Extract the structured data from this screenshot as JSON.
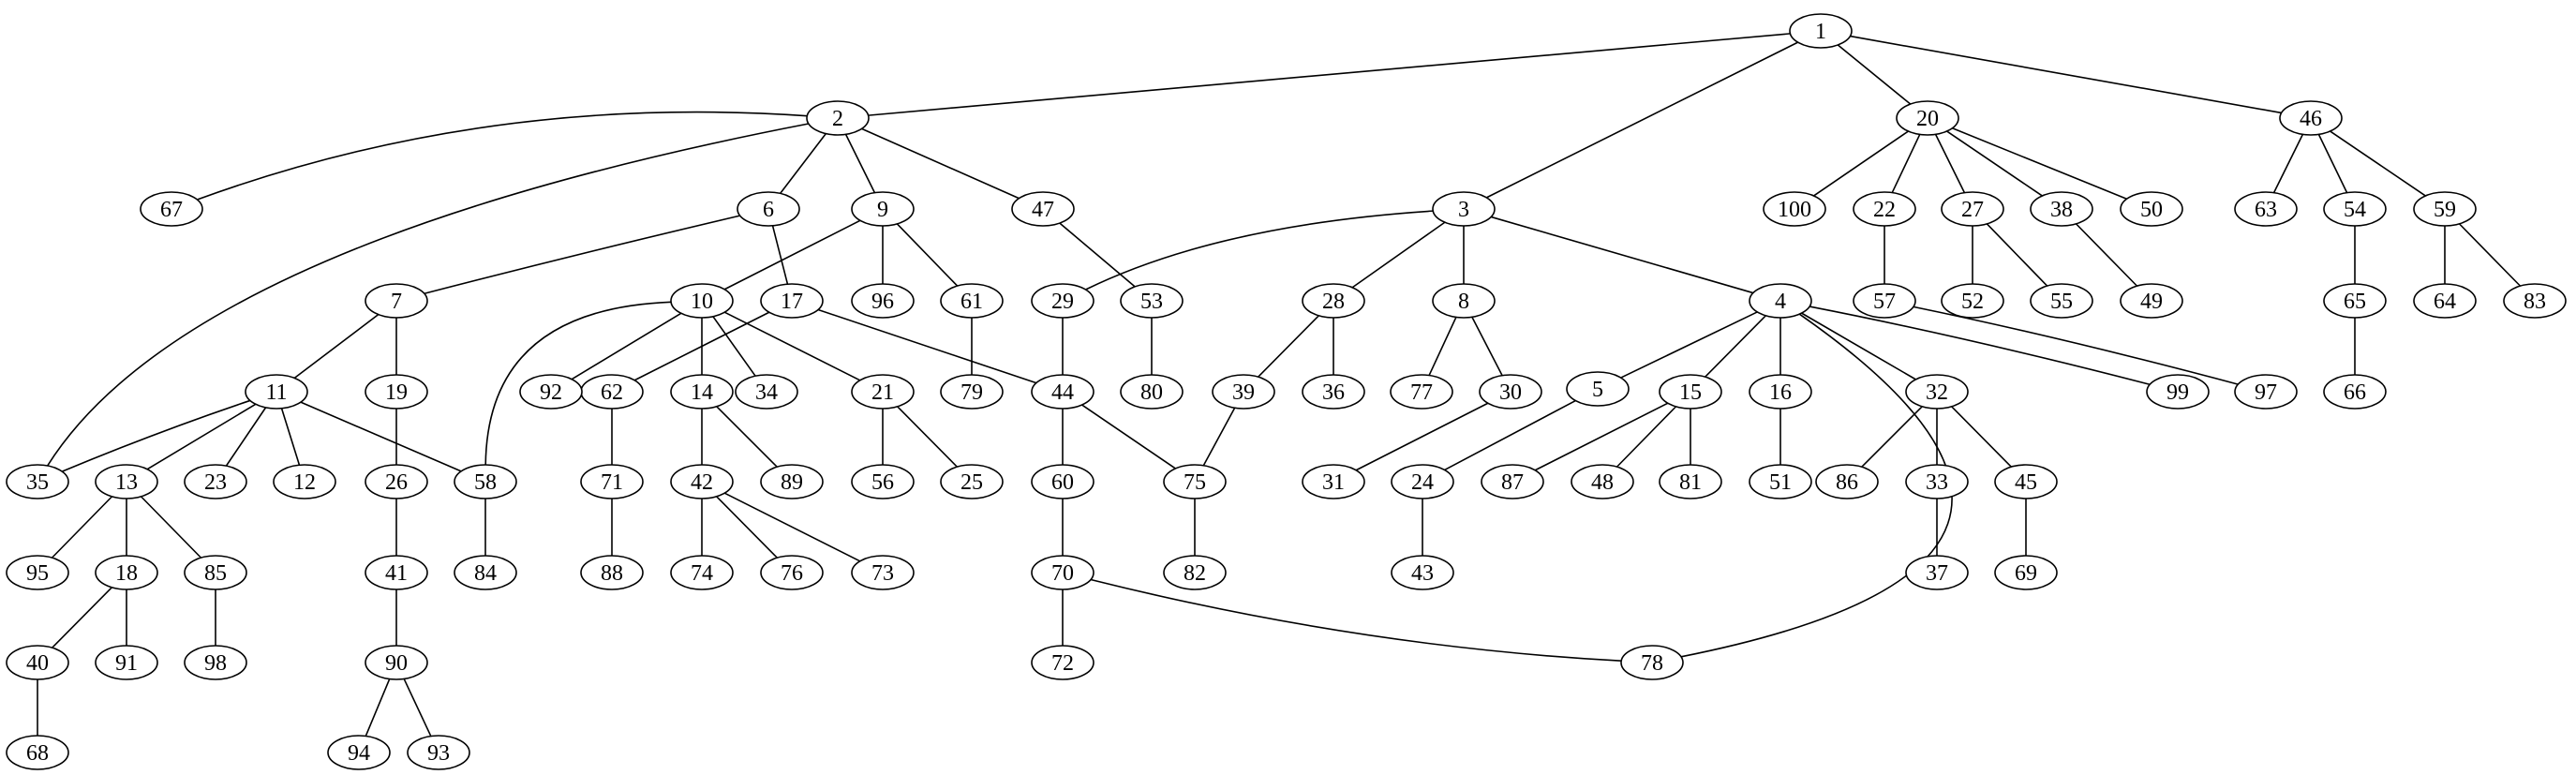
{
  "graph": {
    "nodes": [
      "1",
      "2",
      "3",
      "4",
      "5",
      "6",
      "7",
      "8",
      "9",
      "10",
      "11",
      "12",
      "13",
      "14",
      "15",
      "16",
      "17",
      "18",
      "19",
      "20",
      "21",
      "22",
      "23",
      "24",
      "25",
      "26",
      "27",
      "28",
      "29",
      "30",
      "31",
      "32",
      "33",
      "34",
      "35",
      "36",
      "37",
      "38",
      "39",
      "40",
      "41",
      "42",
      "43",
      "44",
      "45",
      "46",
      "47",
      "48",
      "49",
      "50",
      "51",
      "52",
      "53",
      "54",
      "55",
      "56",
      "57",
      "58",
      "59",
      "60",
      "61",
      "62",
      "63",
      "64",
      "65",
      "66",
      "67",
      "68",
      "69",
      "70",
      "71",
      "72",
      "73",
      "74",
      "75",
      "76",
      "77",
      "78",
      "79",
      "80",
      "81",
      "82",
      "83",
      "84",
      "85",
      "86",
      "87",
      "88",
      "89",
      "90",
      "91",
      "92",
      "93",
      "94",
      "95",
      "96",
      "97",
      "98",
      "99",
      "100"
    ],
    "edges": [
      [
        "1",
        "2"
      ],
      [
        "1",
        "3"
      ],
      [
        "1",
        "20"
      ],
      [
        "1",
        "46"
      ],
      [
        "2",
        "67"
      ],
      [
        "2",
        "35"
      ],
      [
        "2",
        "6"
      ],
      [
        "2",
        "9"
      ],
      [
        "2",
        "47"
      ],
      [
        "6",
        "7"
      ],
      [
        "6",
        "17"
      ],
      [
        "9",
        "10"
      ],
      [
        "9",
        "96"
      ],
      [
        "9",
        "61"
      ],
      [
        "47",
        "53"
      ],
      [
        "3",
        "29"
      ],
      [
        "3",
        "28"
      ],
      [
        "3",
        "8"
      ],
      [
        "3",
        "4"
      ],
      [
        "20",
        "100"
      ],
      [
        "20",
        "22"
      ],
      [
        "20",
        "27"
      ],
      [
        "20",
        "38"
      ],
      [
        "20",
        "50"
      ],
      [
        "46",
        "63"
      ],
      [
        "46",
        "54"
      ],
      [
        "46",
        "59"
      ],
      [
        "22",
        "57"
      ],
      [
        "27",
        "52"
      ],
      [
        "27",
        "55"
      ],
      [
        "38",
        "49"
      ],
      [
        "54",
        "65"
      ],
      [
        "59",
        "64"
      ],
      [
        "59",
        "83"
      ],
      [
        "7",
        "11"
      ],
      [
        "7",
        "19"
      ],
      [
        "10",
        "58"
      ],
      [
        "10",
        "92"
      ],
      [
        "10",
        "14"
      ],
      [
        "10",
        "34"
      ],
      [
        "10",
        "21"
      ],
      [
        "17",
        "62"
      ],
      [
        "17",
        "44"
      ],
      [
        "61",
        "79"
      ],
      [
        "29",
        "44"
      ],
      [
        "53",
        "80"
      ],
      [
        "28",
        "39"
      ],
      [
        "28",
        "36"
      ],
      [
        "8",
        "77"
      ],
      [
        "8",
        "30"
      ],
      [
        "4",
        "5"
      ],
      [
        "4",
        "15"
      ],
      [
        "4",
        "16"
      ],
      [
        "4",
        "32"
      ],
      [
        "4",
        "99"
      ],
      [
        "4",
        "78"
      ],
      [
        "57",
        "97"
      ],
      [
        "65",
        "66"
      ],
      [
        "11",
        "35"
      ],
      [
        "11",
        "13"
      ],
      [
        "11",
        "23"
      ],
      [
        "11",
        "12"
      ],
      [
        "11",
        "58"
      ],
      [
        "19",
        "26"
      ],
      [
        "62",
        "71"
      ],
      [
        "14",
        "42"
      ],
      [
        "14",
        "89"
      ],
      [
        "21",
        "56"
      ],
      [
        "21",
        "25"
      ],
      [
        "44",
        "60"
      ],
      [
        "44",
        "75"
      ],
      [
        "39",
        "75"
      ],
      [
        "30",
        "31"
      ],
      [
        "5",
        "24"
      ],
      [
        "15",
        "87"
      ],
      [
        "15",
        "48"
      ],
      [
        "15",
        "81"
      ],
      [
        "16",
        "51"
      ],
      [
        "32",
        "86"
      ],
      [
        "32",
        "33"
      ],
      [
        "32",
        "45"
      ],
      [
        "13",
        "95"
      ],
      [
        "13",
        "18"
      ],
      [
        "13",
        "85"
      ],
      [
        "26",
        "41"
      ],
      [
        "58",
        "84"
      ],
      [
        "71",
        "88"
      ],
      [
        "42",
        "74"
      ],
      [
        "42",
        "76"
      ],
      [
        "42",
        "73"
      ],
      [
        "60",
        "70"
      ],
      [
        "75",
        "82"
      ],
      [
        "24",
        "43"
      ],
      [
        "33",
        "37"
      ],
      [
        "45",
        "69"
      ],
      [
        "18",
        "40"
      ],
      [
        "18",
        "91"
      ],
      [
        "85",
        "98"
      ],
      [
        "41",
        "90"
      ],
      [
        "70",
        "72"
      ],
      [
        "70",
        "78"
      ],
      [
        "40",
        "68"
      ],
      [
        "90",
        "94"
      ],
      [
        "90",
        "93"
      ]
    ]
  }
}
